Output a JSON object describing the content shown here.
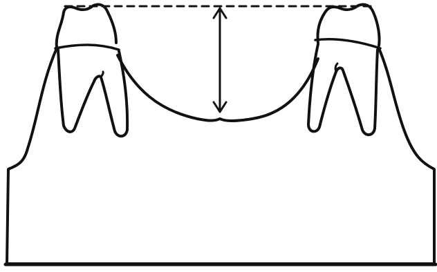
{
  "diagram": {
    "line_color": "#111111",
    "background_color": "#ffffff",
    "elements": [
      {
        "name": "left-molar",
        "kind": "tooth"
      },
      {
        "name": "right-molar",
        "kind": "tooth"
      },
      {
        "name": "alveolar-ridge",
        "kind": "bone-outline"
      },
      {
        "name": "reference-line",
        "kind": "dashed-line"
      },
      {
        "name": "depth-arrow",
        "kind": "double-headed-arrow"
      }
    ]
  }
}
